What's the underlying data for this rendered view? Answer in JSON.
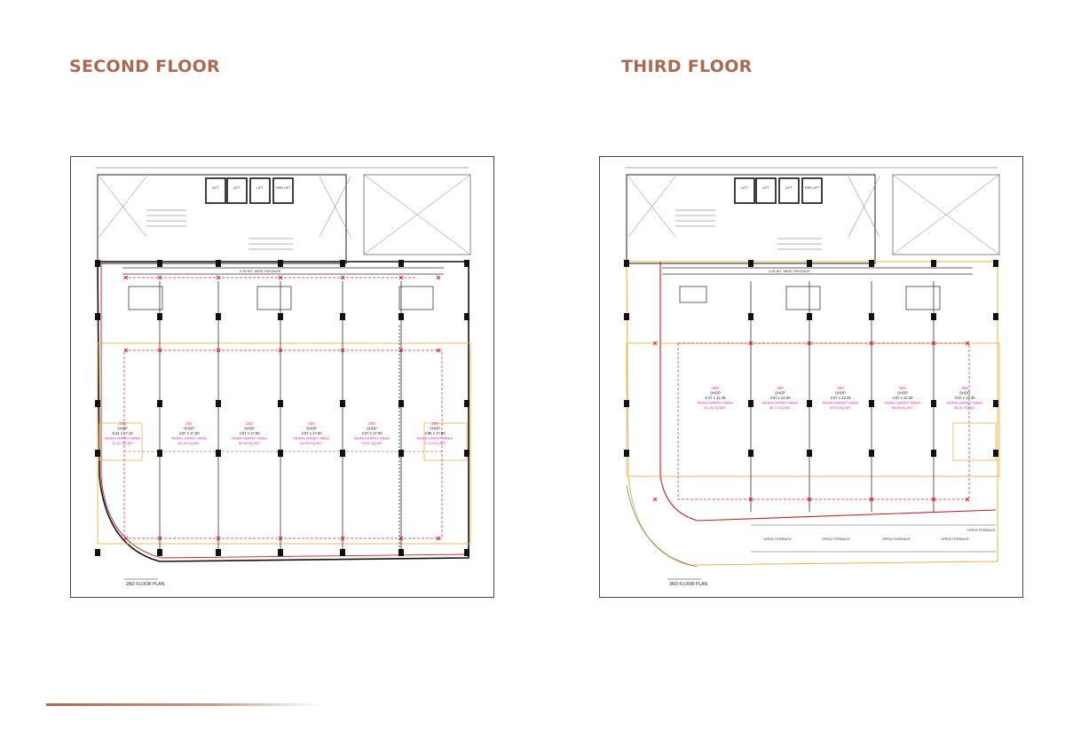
{
  "headings": {
    "left": "SECOND FLOOR",
    "right": "THIRD FLOOR"
  },
  "plans": {
    "second": {
      "caption": "2ND FLOOR PLAN",
      "passage": "2.00 MT. WIDE PASSAGE",
      "lifts": [
        "LIFT",
        "LIFT",
        "LIFT",
        "FIRE LIFT"
      ],
      "shops": [
        {
          "no": "201",
          "type": "SHOP",
          "size": "5.24 x 17.10",
          "area_label": "RERA CARPET AREA",
          "area": "73.12 SQ.MT."
        },
        {
          "no": "202",
          "type": "SHOP",
          "size": "4.57 x 17.60",
          "area_label": "RERA CARPET AREA",
          "area": "80.46 SQ.MT."
        },
        {
          "no": "203",
          "type": "SHOP",
          "size": "4.57 x 17.60",
          "area_label": "RERA CARPET AREA",
          "area": "80.28 SQ.MT."
        },
        {
          "no": "204",
          "type": "SHOP",
          "size": "4.57 x 17.60",
          "area_label": "RERA CARPET AREA",
          "area": "81.59 SQ.MT."
        },
        {
          "no": "205",
          "type": "SHOP",
          "size": "4.57 x 17.60",
          "area_label": "RERA CARPET AREA",
          "area": "74.91 SQ.MT."
        },
        {
          "no": "206",
          "type": "SHOP",
          "size": "4.95 x 17.60",
          "area_label": "RERA CARPET AREA",
          "area": "77.13 SQ.MT."
        }
      ]
    },
    "third": {
      "caption": "3RD FLOOR PLAN",
      "passage": "2.00 MT. WIDE PASSAGE",
      "lifts": [
        "LIFT",
        "LIFT",
        "LIFT",
        "FIRE LIFT"
      ],
      "shops": [
        {
          "no": "301",
          "type": "SHOP",
          "size": "5.27 x 12.35",
          "area_label": "RERA CARPET AREA",
          "area": "61.20 SQ.MT."
        },
        {
          "no": "302",
          "type": "SHOP",
          "size": "4.57 x 12.35",
          "area_label": "RERA CARPET AREA",
          "area": "56.72 SQ.MT."
        },
        {
          "no": "303",
          "type": "SHOP",
          "size": "4.57 x 12.35",
          "area_label": "RERA CARPET AREA",
          "area": "57.03 SQ.MT."
        },
        {
          "no": "304",
          "type": "SHOP",
          "size": "4.57 x 12.35",
          "area_label": "RERA CARPET AREA",
          "area": "56.90 SQ.MT."
        },
        {
          "no": "305",
          "type": "SHOP",
          "size": "4.57 x 12.35",
          "area_label": "RERA CARPET AREA",
          "area": "55.81 SQ.MT."
        }
      ],
      "terraces": [
        "OPEN TERRACE",
        "OPEN TERRACE",
        "OPEN TERRACE",
        "OPEN TERRACE",
        "OPEN TERRACE"
      ]
    }
  },
  "colors": {
    "heading": "#a86a52",
    "shop_label": "#e020c0",
    "partition": "#e02020",
    "column": "#111111",
    "outline": "#e8b24a"
  }
}
